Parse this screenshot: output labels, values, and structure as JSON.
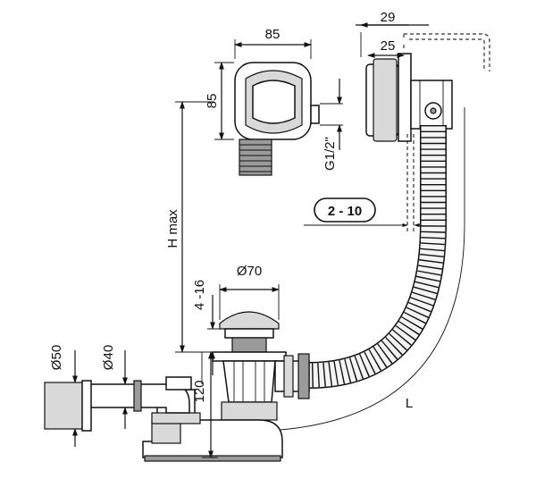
{
  "diagram": {
    "dimensions": {
      "overflow_width": "85",
      "overflow_height": "85",
      "thread": "G1/2\"",
      "plate_depth": "29",
      "plate_inner": "25",
      "adjust_range": "2 - 10",
      "height_max": "H max",
      "drain_cap": "Ø70",
      "flange_range": "4 -16",
      "outlet_outer": "Ø50",
      "outlet_inner": "Ø40",
      "trap_height": "120",
      "hose_length": "L"
    }
  }
}
